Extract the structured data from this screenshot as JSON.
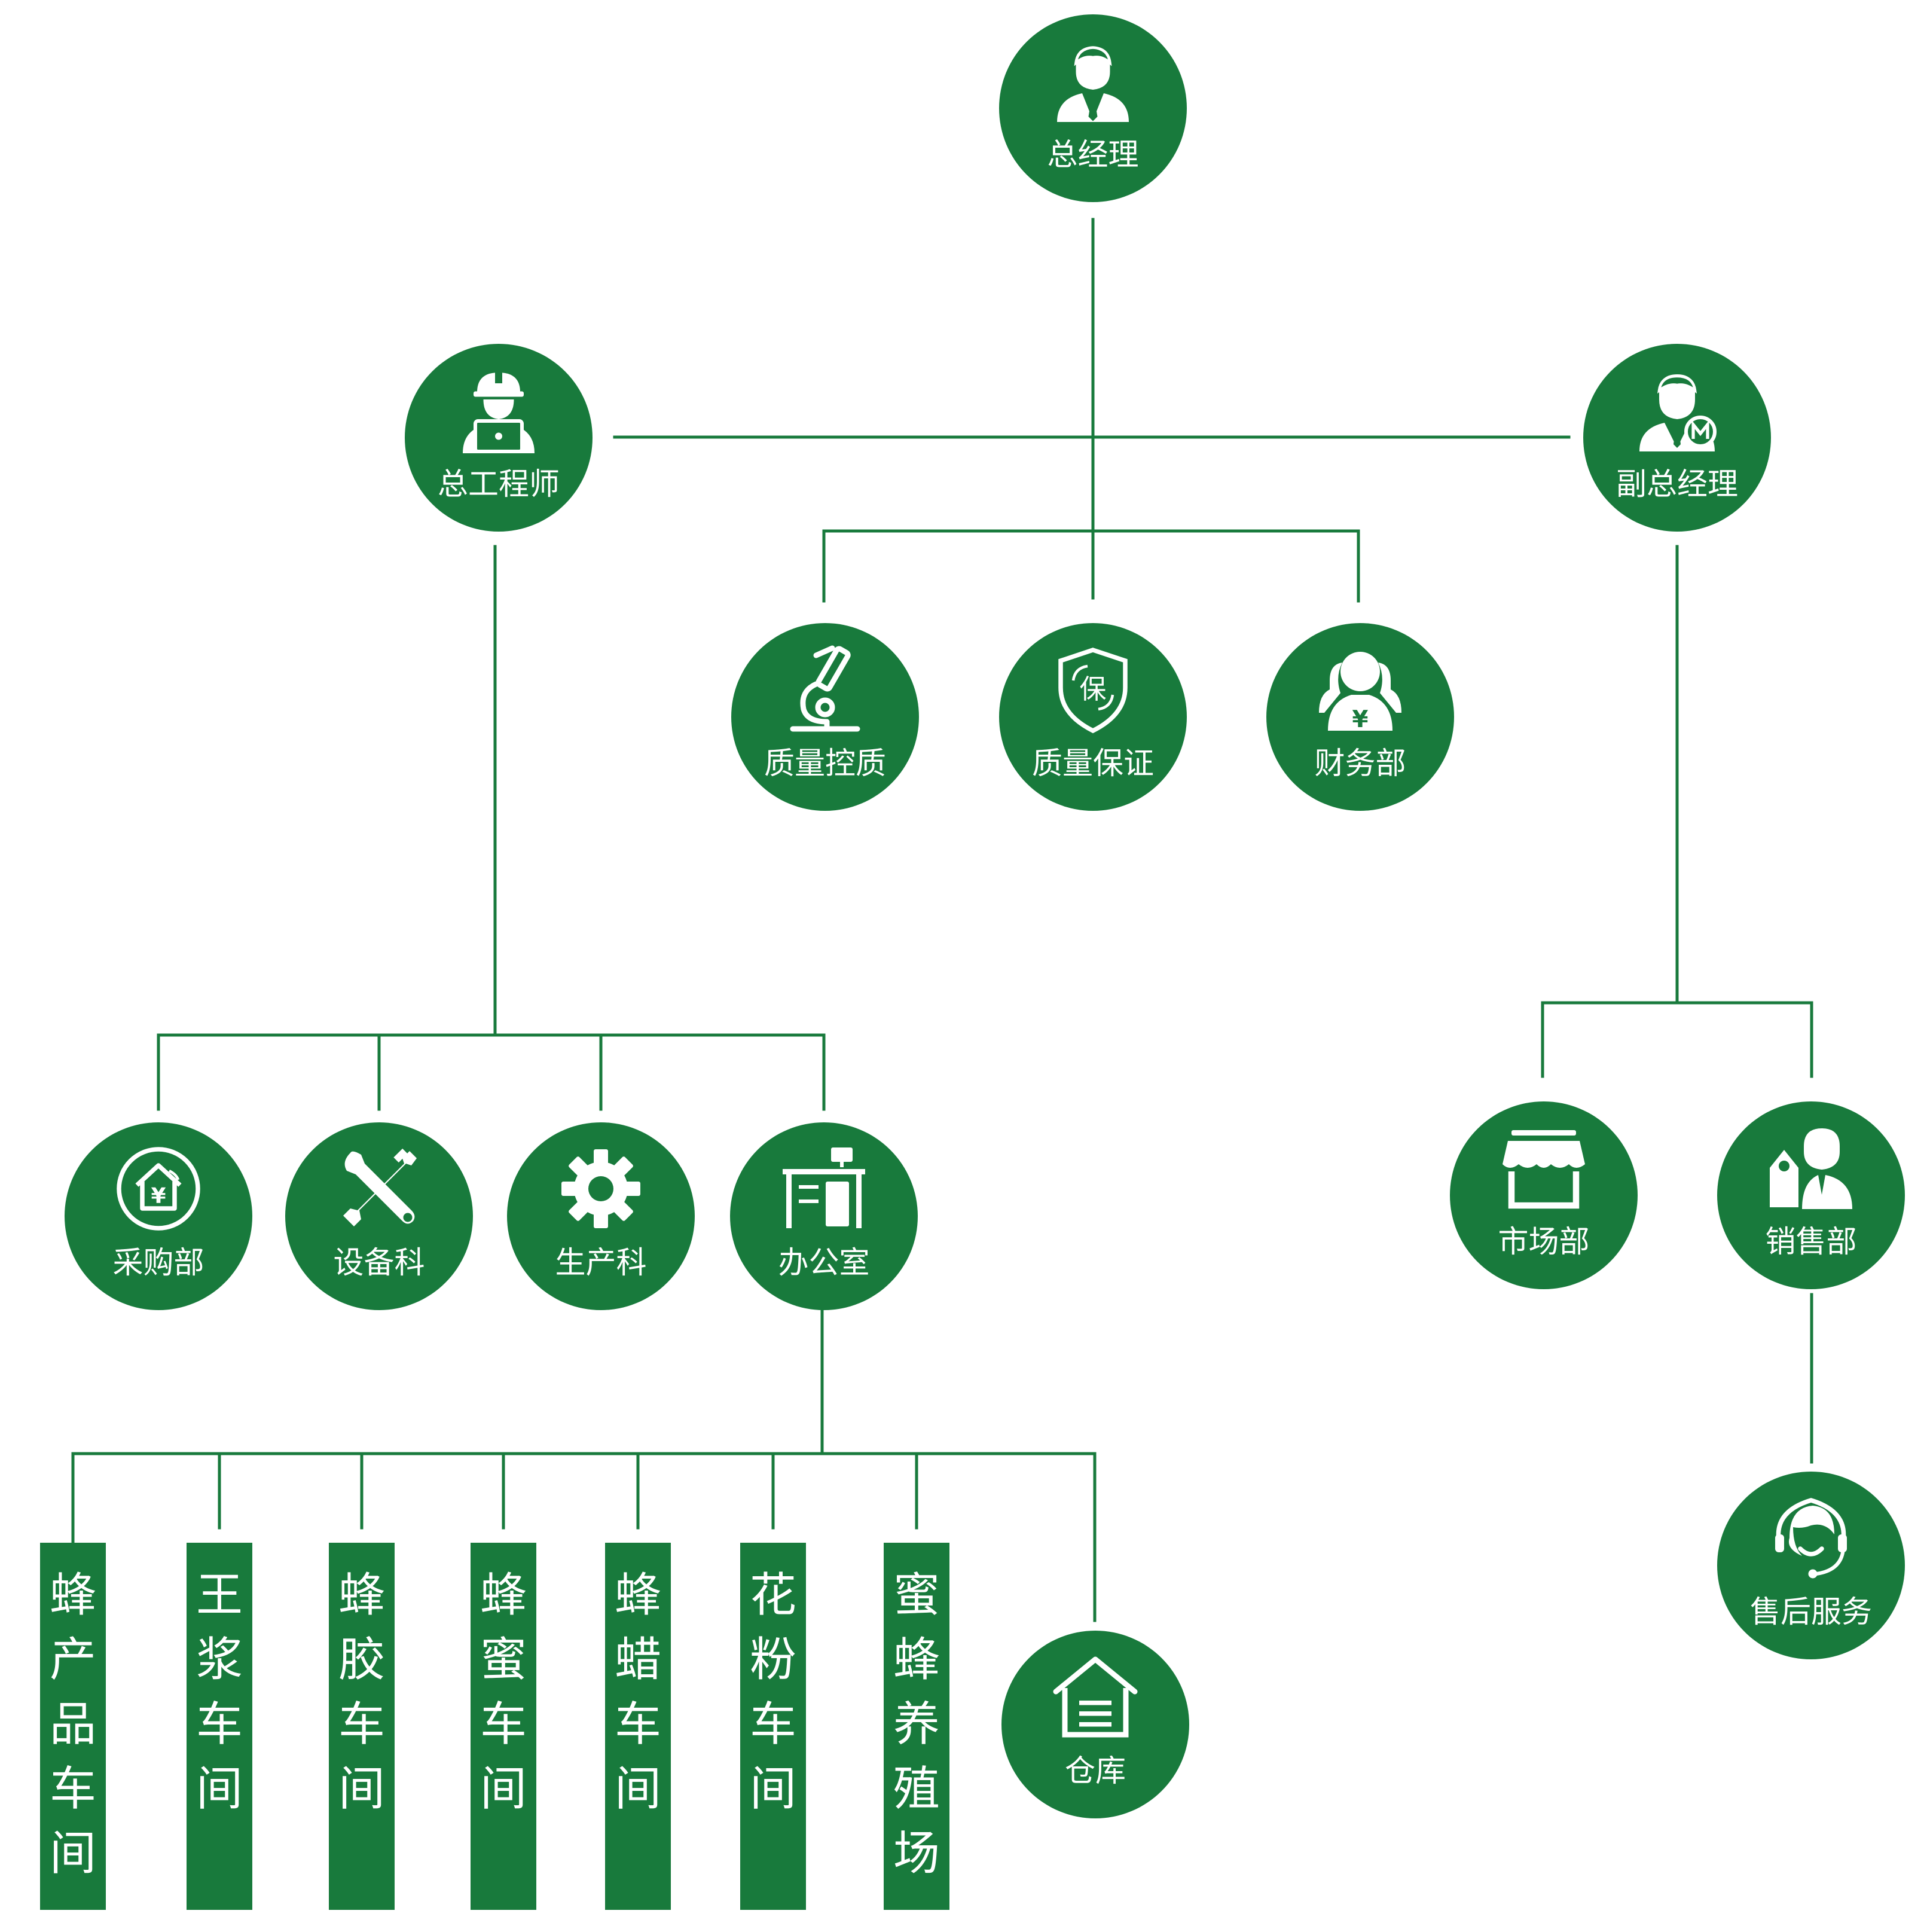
{
  "colors": {
    "primary": "#187a3c",
    "text": "#ffffff",
    "background": "#ffffff"
  },
  "nodes": {
    "gm": {
      "label": "总经理",
      "icon": "manager-icon"
    },
    "chief_eng": {
      "label": "总工程师",
      "icon": "engineer-laptop-icon"
    },
    "deputy_gm": {
      "label": "副总经理",
      "icon": "deputy-manager-icon"
    },
    "qc": {
      "label": "质量控质",
      "icon": "microscope-icon"
    },
    "qa": {
      "label": "质量保证",
      "icon": "shield-icon",
      "icon_text": "保"
    },
    "finance": {
      "label": "财务部",
      "icon": "finance-people-icon",
      "icon_text": "¥"
    },
    "purchasing": {
      "label": "采购部",
      "icon": "purchase-house-icon",
      "icon_text": "¥"
    },
    "equipment": {
      "label": "设备科",
      "icon": "tools-icon"
    },
    "production": {
      "label": "生产科",
      "icon": "gear-icon"
    },
    "office": {
      "label": "办公室",
      "icon": "office-desk-icon"
    },
    "market": {
      "label": "市场部",
      "icon": "storefront-icon"
    },
    "sales": {
      "label": "销售部",
      "icon": "salesperson-tag-icon"
    },
    "after_sales": {
      "label": "售后服务",
      "icon": "headset-agent-icon"
    },
    "warehouse": {
      "label": "仓库",
      "icon": "warehouse-icon"
    }
  },
  "workshops": [
    {
      "label": "蜂产品车间"
    },
    {
      "label": "王浆车间"
    },
    {
      "label": "蜂胶车间"
    },
    {
      "label": "蜂蜜车间"
    },
    {
      "label": "蜂蜡车间"
    },
    {
      "label": "花粉车间"
    },
    {
      "label": "蜜蜂养殖场"
    }
  ]
}
